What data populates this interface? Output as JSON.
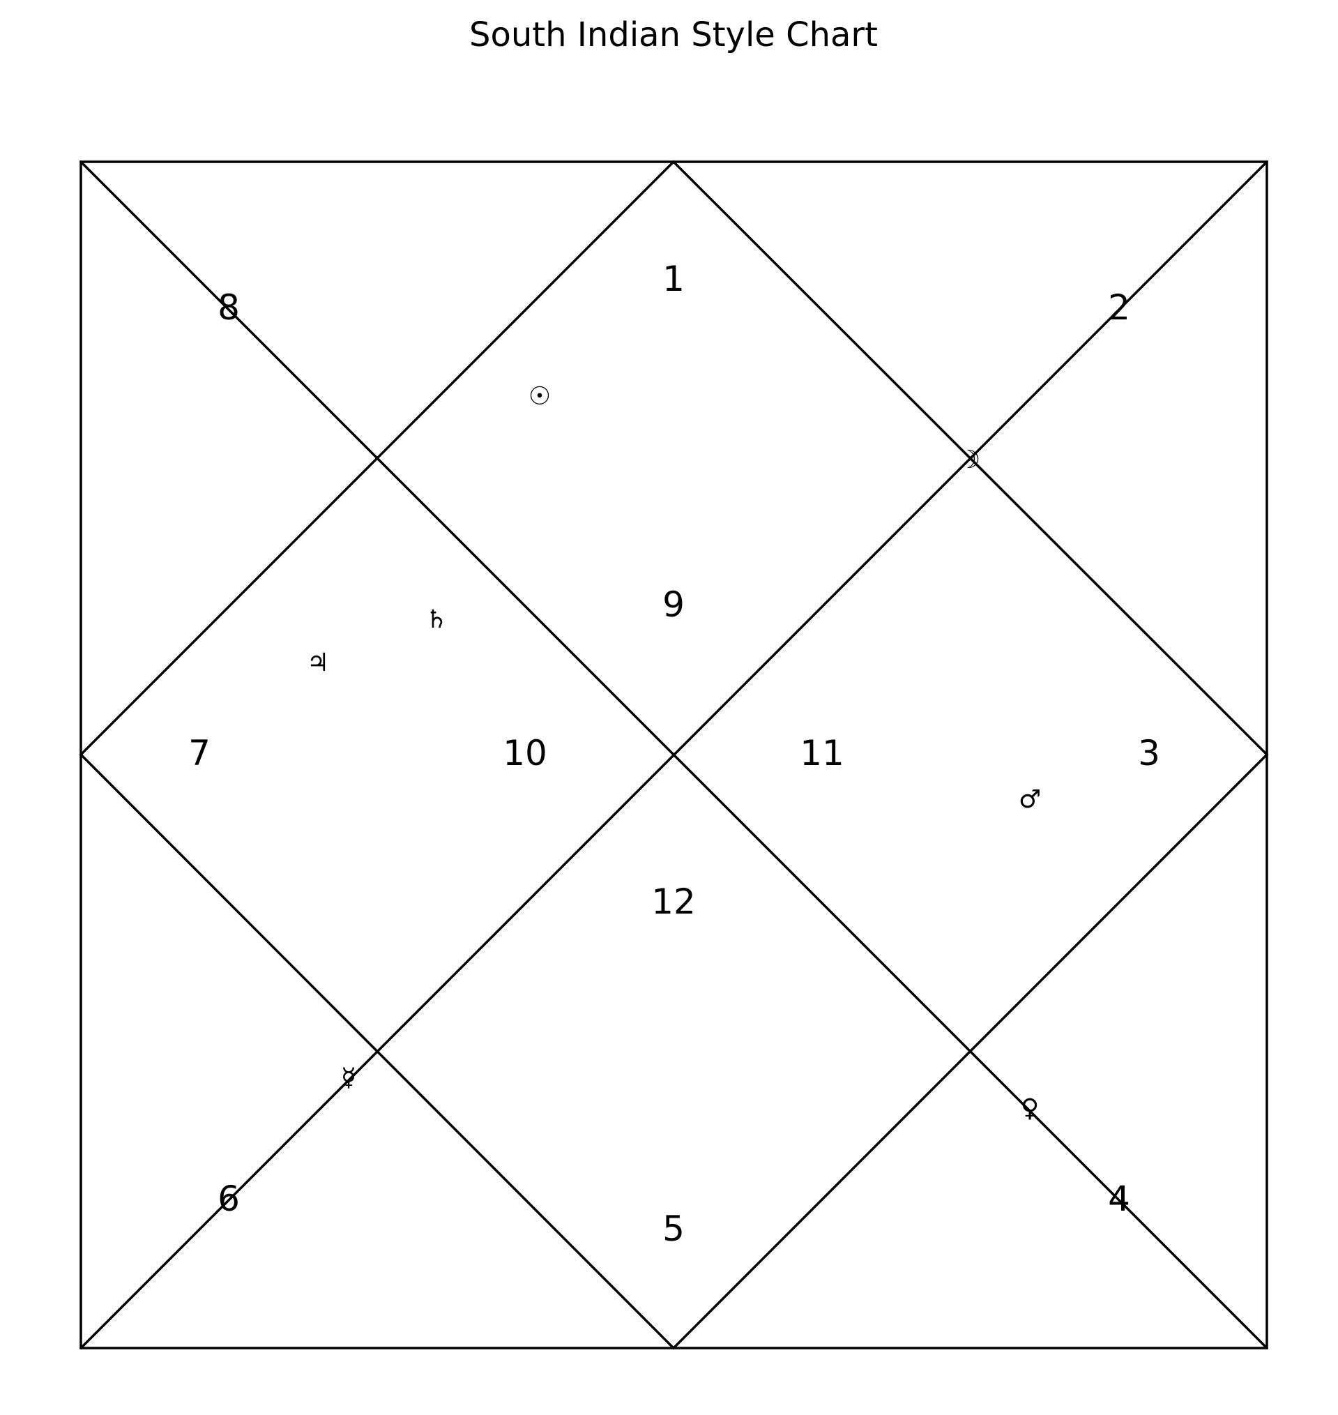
{
  "title": "South Indian Style Chart",
  "houses": [
    {
      "number": "1"
    },
    {
      "number": "2"
    },
    {
      "number": "3"
    },
    {
      "number": "4"
    },
    {
      "number": "5"
    },
    {
      "number": "6"
    },
    {
      "number": "7"
    },
    {
      "number": "8"
    },
    {
      "number": "9"
    },
    {
      "number": "10"
    },
    {
      "number": "11"
    },
    {
      "number": "12"
    }
  ],
  "planets": [
    {
      "name": "sun",
      "symbol": "☉"
    },
    {
      "name": "moon",
      "symbol": "☽"
    },
    {
      "name": "saturn",
      "symbol": "♄"
    },
    {
      "name": "jupiter",
      "symbol": "♃"
    },
    {
      "name": "mars",
      "symbol": "♂"
    },
    {
      "name": "mercury",
      "symbol": "☿"
    },
    {
      "name": "venus",
      "symbol": "♀"
    }
  ],
  "colors": {
    "line": "#000000",
    "text": "#000000",
    "background": "#ffffff"
  }
}
